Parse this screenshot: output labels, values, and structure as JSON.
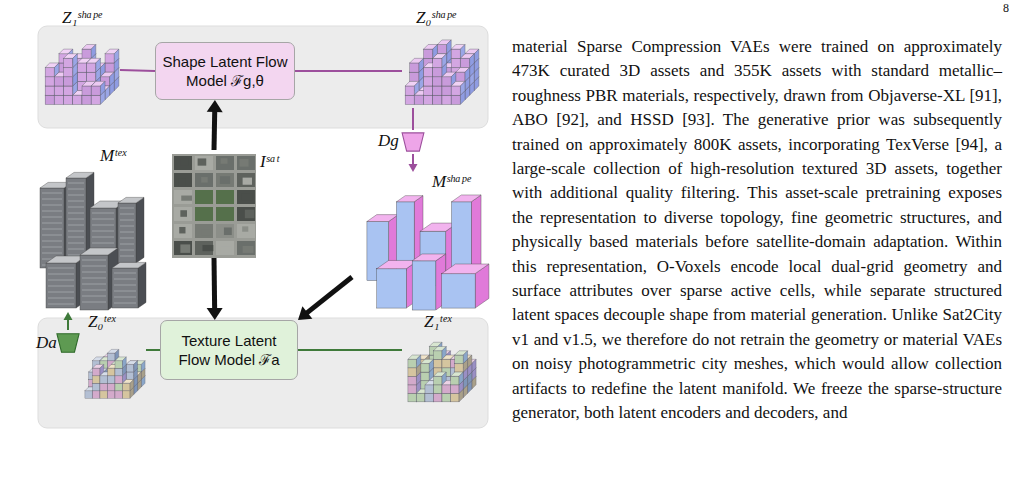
{
  "diagram": {
    "nodes": [
      {
        "text": [
          "Z₁ˢʰᵃᵖᵉ"
        ]
      },
      {
        "text": [
          "Shape Latent Flow Model ℱg,θ"
        ]
      },
      {
        "text": [
          "Z₀ˢʰᵃᵖᵉ"
        ]
      },
      {
        "text": [
          "Dg"
        ]
      },
      {
        "text": [
          "Mᵗᵉˣ"
        ]
      },
      {
        "text": [
          "Iˢᵃᵗ"
        ]
      },
      {
        "text": [
          "Mˢʰᵃᵖᵉ"
        ]
      },
      {
        "text": [
          "Da"
        ]
      },
      {
        "text": [
          "Z₀ᵗᵉˣ"
        ]
      },
      {
        "text": [
          "Texture Latent Flow Model ℱa"
        ]
      },
      {
        "text": [
          "Z₁ᵗᵉˣ"
        ]
      }
    ],
    "edges": [
      {
        "from": 0,
        "to": 1,
        "arrow": "none"
      },
      {
        "from": 1,
        "to": 2,
        "arrow": "none"
      },
      {
        "from": 2,
        "to": 3,
        "arrow": "none"
      },
      {
        "from": 3,
        "to": 6,
        "arrow": "to"
      },
      {
        "from": 5,
        "to": 1,
        "arrow": "to"
      },
      {
        "from": 5,
        "to": 9,
        "arrow": "to"
      },
      {
        "from": 6,
        "to": 9,
        "arrow": "to"
      },
      {
        "from": 8,
        "to": 9,
        "arrow": "none"
      },
      {
        "from": 9,
        "to": 10,
        "arrow": "none"
      },
      {
        "from": 7,
        "to": 4,
        "arrow": "to"
      }
    ],
    "labels": [
      "8",
      "material Sparse Compression VAEs were trained on approximately 473K curated 3D assets and 355K assets with standard metallic–roughness PBR materials, respectively, drawn from Objaverse-XL [91], ABO [92], and HSSD [93]. The generative prior was subsequently trained on approximately 800K assets, incorporating TexVerse [94], a large-scale collection of high-resolution textured 3D assets, together with additional quality filtering. This asset-scale pretraining exposes the representation to diverse topology, fine geometric structures, and physically based materials before satellite-domain adaptation. Within this representation, O-Voxels encode local dual-grid geometry and surface attributes over sparse active cells, while separate structured latent spaces decouple shape from material generation. Unlike Sat2City v1 and v1.5, we therefore do not retrain the geometry or material VAEs on noisy photogrammetric city meshes, which would allow collection artifacts to redefine the latent manifold. We freeze the sparse-structure generator, both latent encoders and decoders, and"
    ]
  }
}
